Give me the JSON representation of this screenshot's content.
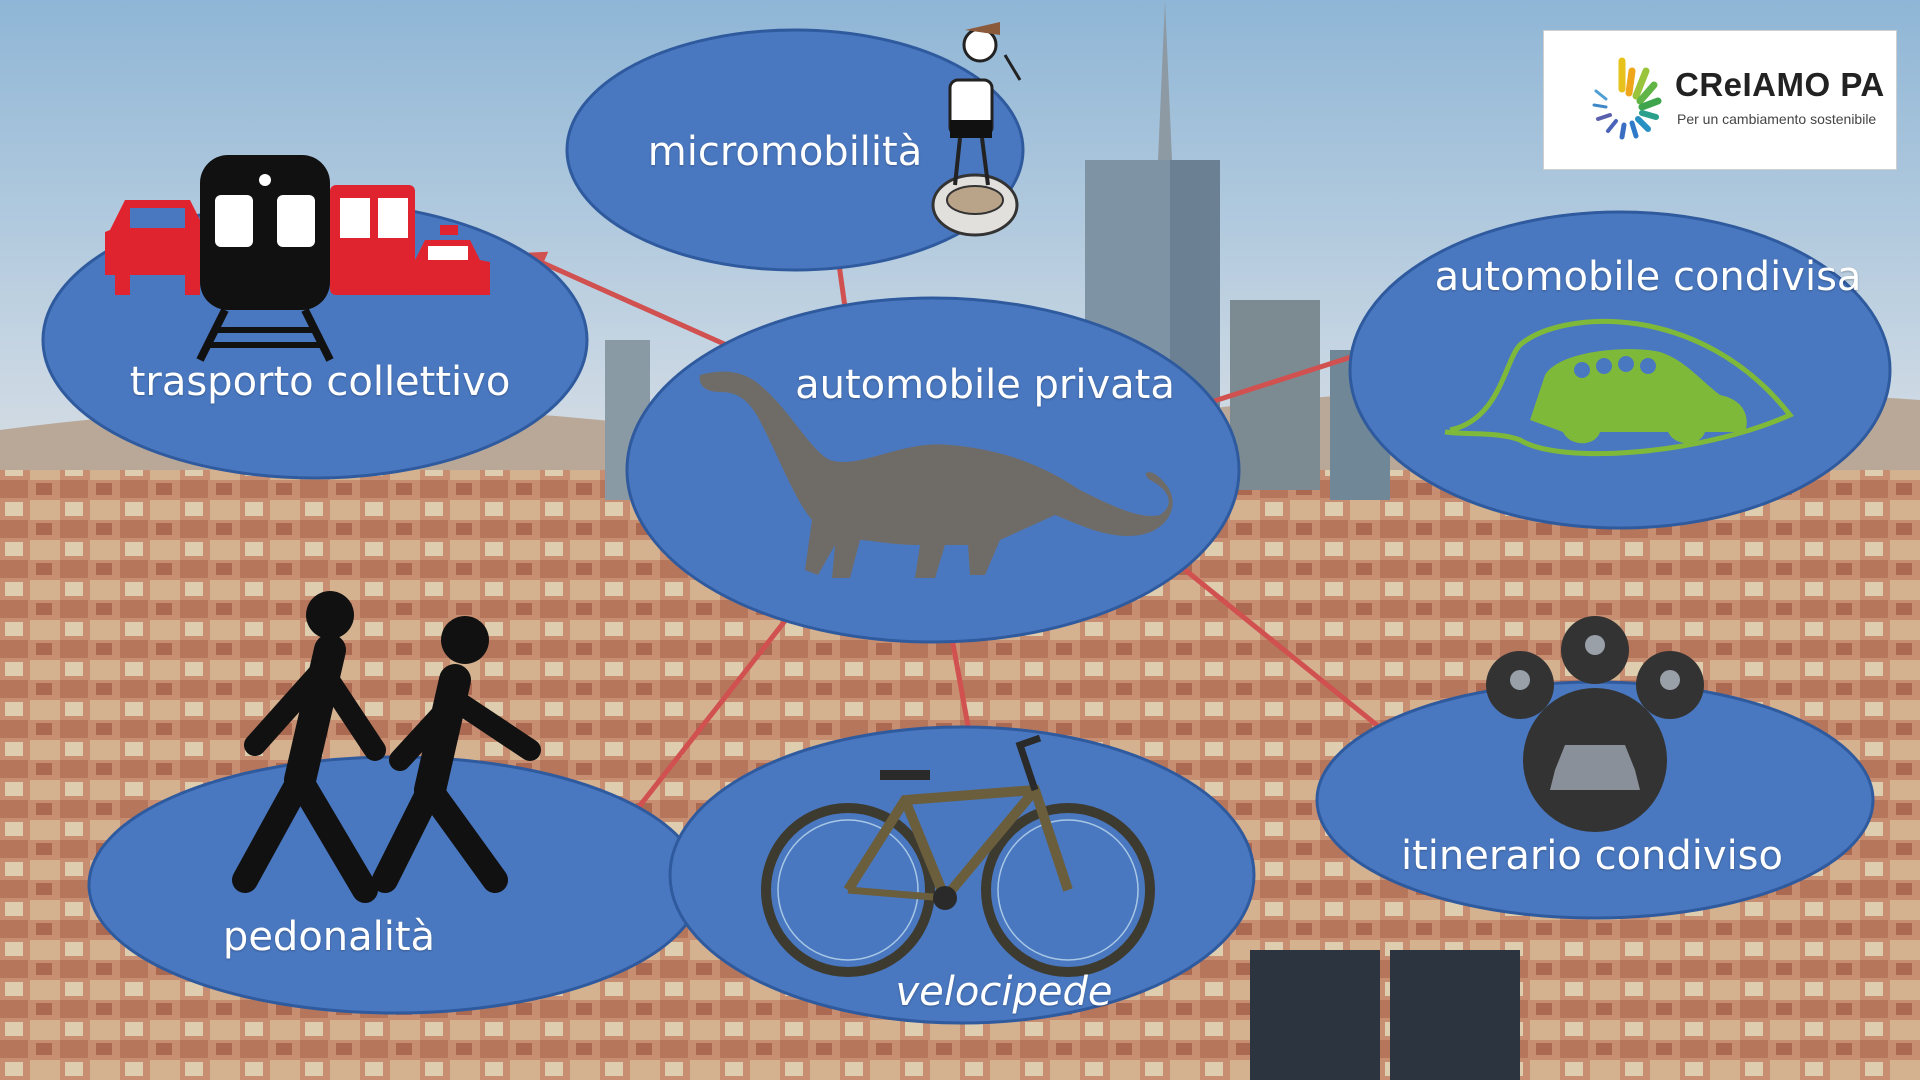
{
  "nodes": {
    "center": {
      "label": "automobile privata"
    },
    "micromobility": {
      "label": "micromobilità"
    },
    "collective": {
      "label": "trasporto collettivo"
    },
    "car_sharing": {
      "label": "automobile condivisa"
    },
    "ride_sharing": {
      "label": "itinerario condiviso"
    },
    "walking": {
      "label": "pedonalità"
    },
    "cycling": {
      "label": "velocipede"
    }
  },
  "logo": {
    "title": "CReIAMO PA",
    "subtitle": "Per un cambiamento sostenibile"
  },
  "colors": {
    "ellipse_fill": "#4a78c0",
    "ellipse_stroke": "#2f5a9e",
    "arrow": "#d0514f",
    "car_red": "#e0242f",
    "eco_green": "#7fb93a",
    "sky_top": "#9ec1dc",
    "sky_bottom": "#d9dee4"
  },
  "icons": [
    "dinosaur-icon",
    "train-icon",
    "red-car-icon",
    "red-bus-icon",
    "taxi-icon",
    "monowheel-rider-icon",
    "eco-car-leaf-icon",
    "shared-ride-people-icon",
    "pedestrians-icon",
    "bicycle-icon"
  ]
}
